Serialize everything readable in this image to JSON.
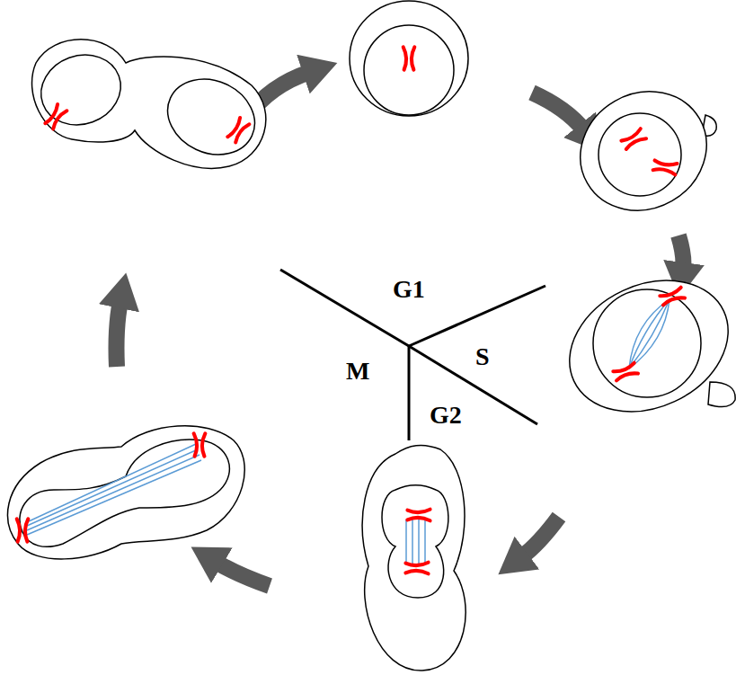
{
  "diagram": {
    "labels": [
      "G1",
      "S",
      "G2",
      "M"
    ]
  }
}
